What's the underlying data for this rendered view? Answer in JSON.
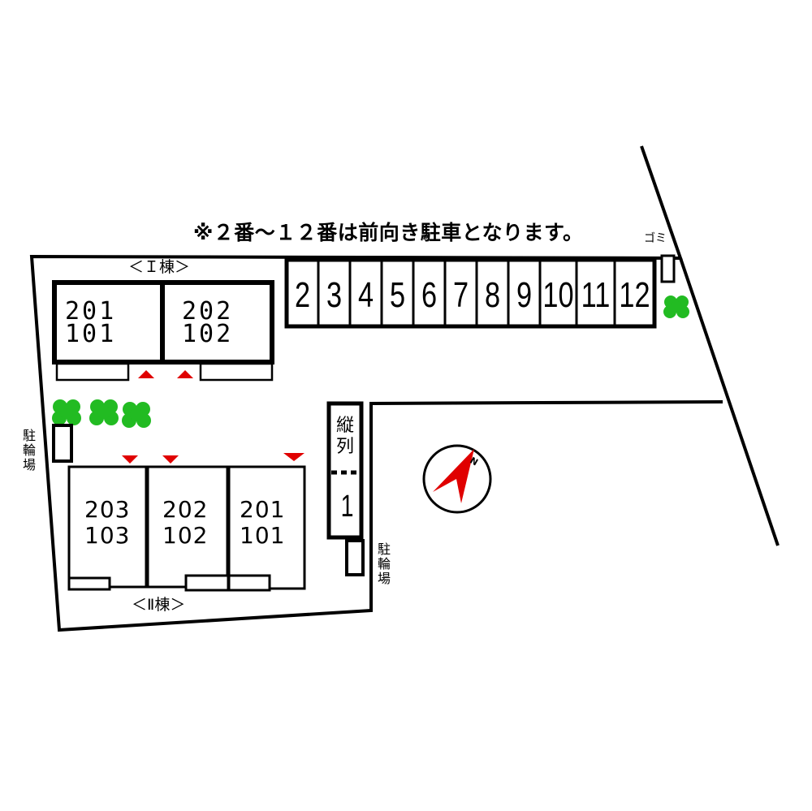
{
  "note": "※２番～１２番は前向き駐車となります。",
  "gomi_label": "ゴミ",
  "bicycle_parking_label": "駐輪場",
  "parking_column_label": "縦列",
  "parking_column_number": "1",
  "compass_north_label": "N",
  "building_1": {
    "label": "＜Ｉ棟＞",
    "units": [
      {
        "upper": "201",
        "lower": "101"
      },
      {
        "upper": "202",
        "lower": "102"
      }
    ]
  },
  "building_2": {
    "label": "＜Ⅱ棟＞",
    "units": [
      {
        "upper": "203",
        "lower": "103"
      },
      {
        "upper": "202",
        "lower": "102"
      },
      {
        "upper": "201",
        "lower": "101"
      }
    ]
  },
  "parking_spaces": [
    "2",
    "3",
    "4",
    "5",
    "6",
    "7",
    "8",
    "9",
    "10",
    "11",
    "12"
  ],
  "colors": {
    "line": "#000000",
    "entrance_marker": "#e00000",
    "tree": "#22bb22",
    "compass_needle": "#e00000"
  }
}
